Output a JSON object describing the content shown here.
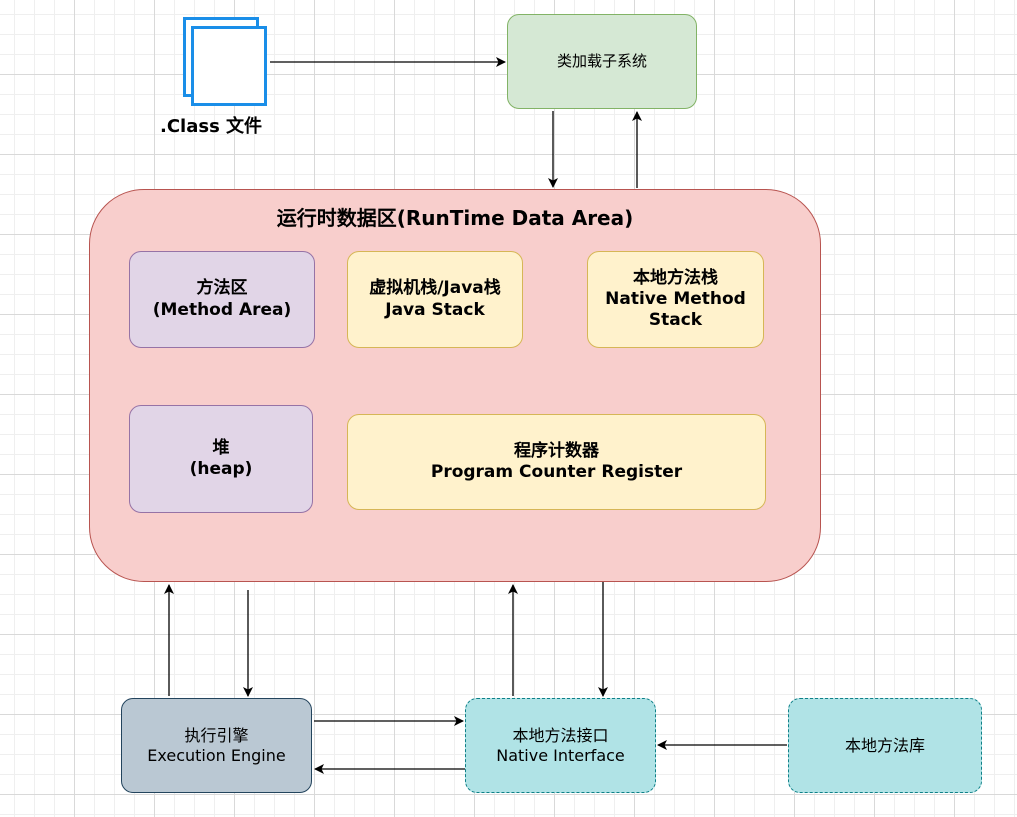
{
  "file": {
    "label": ".Class 文件"
  },
  "class_loader": {
    "label": "类加载子系统"
  },
  "runtime": {
    "title": "运行时数据区(RunTime Data Area)",
    "method_area": {
      "line1": "方法区",
      "line2": "(Method Area)"
    },
    "java_stack": {
      "line1": "虚拟机栈/Java栈",
      "line2": "Java Stack"
    },
    "native_stack": {
      "line1": "本地方法栈",
      "line2": "Native Method",
      "line3": "Stack"
    },
    "heap": {
      "line1": "堆",
      "line2": "(heap)"
    },
    "pc_register": {
      "line1": "程序计数器",
      "line2": "Program Counter Register"
    }
  },
  "execution_engine": {
    "line1": "执行引擎",
    "line2": "Execution Engine"
  },
  "native_interface": {
    "line1": "本地方法接口",
    "line2": "Native Interface"
  },
  "native_library": {
    "label": "本地方法库"
  },
  "colors": {
    "runtime_fill": "#f8cecc",
    "runtime_stroke": "#b85450",
    "purple_fill": "#e1d5e7",
    "purple_stroke": "#9673a6",
    "yellow_fill": "#fff2cc",
    "yellow_stroke": "#d6b656",
    "green_fill": "#d5e8d4",
    "green_stroke": "#82b366",
    "gray_fill": "#bac8d3",
    "gray_stroke": "#23445d",
    "cyan_fill": "#b0e3e6",
    "cyan_stroke": "#0e8088",
    "icon_blue": "#1a8ee8"
  }
}
